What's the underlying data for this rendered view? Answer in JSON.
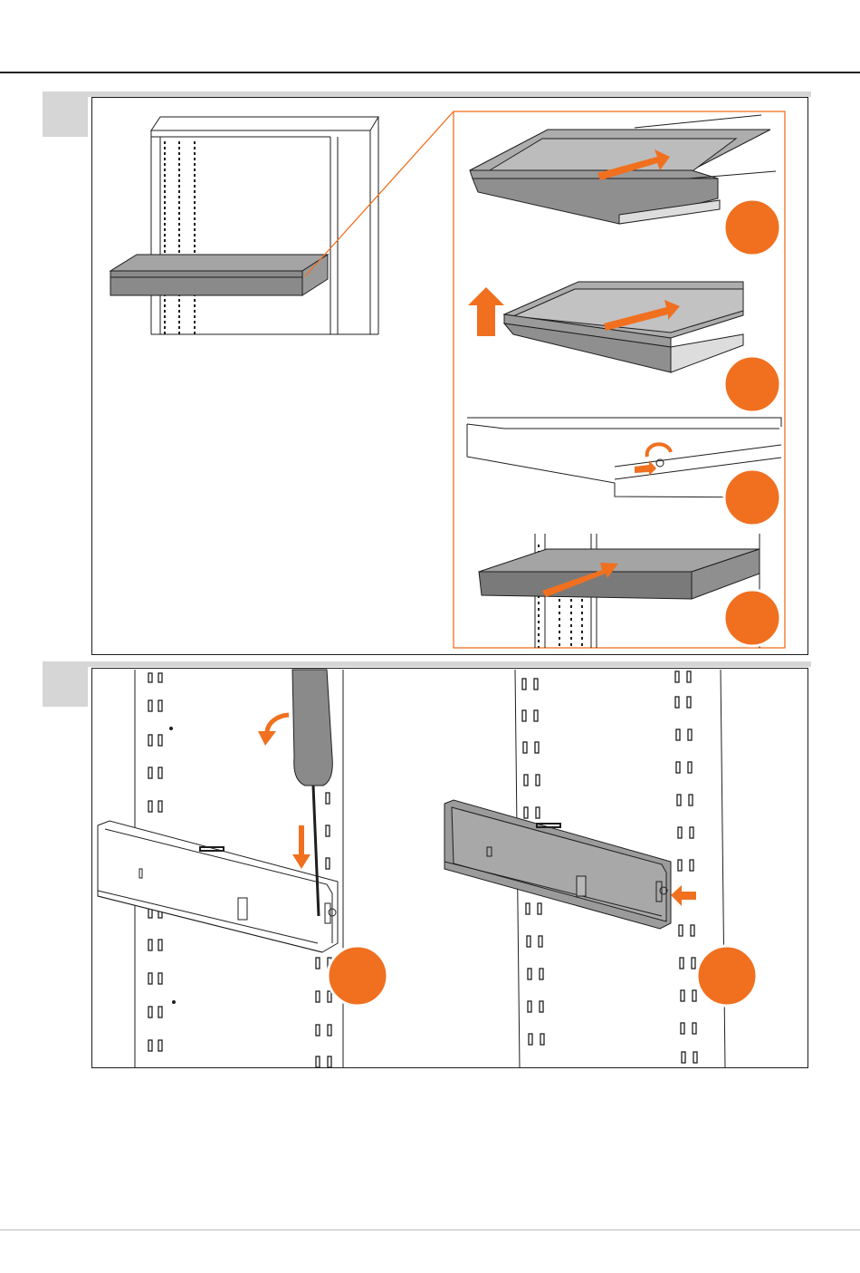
{
  "page": {
    "rule_color": "#222222",
    "tab_color": "#d6d6d6"
  },
  "colors": {
    "accent": "#f07020",
    "tray_fill": "#9b9b9b",
    "tray_side": "#7b7b7b",
    "line": "#1e1e1e"
  },
  "steps": [
    {
      "overview": "cabinet-with-drawer",
      "detail_badges": 4,
      "detail_icons": [
        "push-arrow-icon",
        "lift-arrow-icon",
        "rotate-arrow-icon",
        "insert-arrow-icon"
      ]
    },
    {
      "badges": 2,
      "detail_icons": [
        "screwdriver-icon",
        "rotate-arrow-icon",
        "down-arrow-icon",
        "hook-arrow-icon"
      ]
    }
  ]
}
